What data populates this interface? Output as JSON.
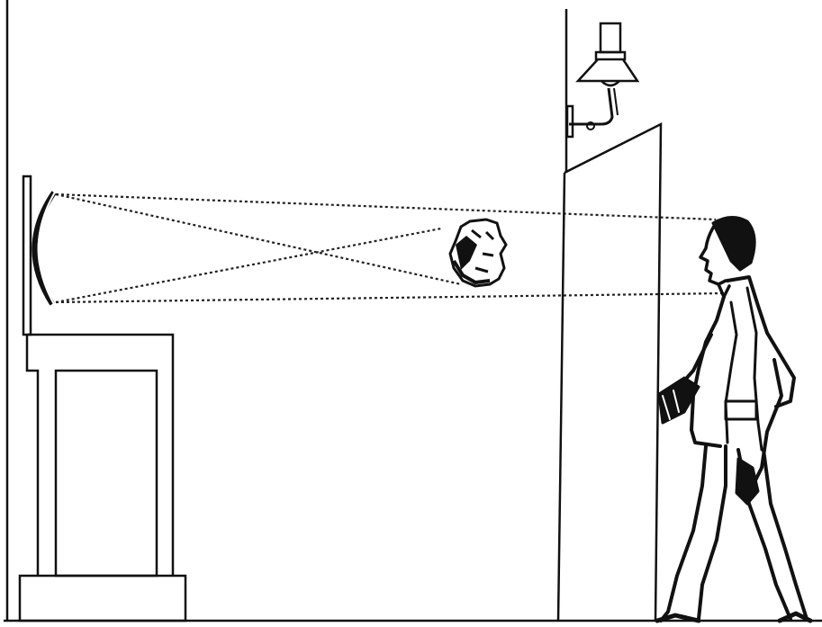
{
  "colors": {
    "ink": "#111111",
    "background": "#ffffff"
  },
  "figure": {
    "elements": [
      "concave-mirror",
      "mirror-stand",
      "real-image-head",
      "wall",
      "wall-lamp",
      "doorway",
      "observer-man",
      "light-rays"
    ]
  }
}
